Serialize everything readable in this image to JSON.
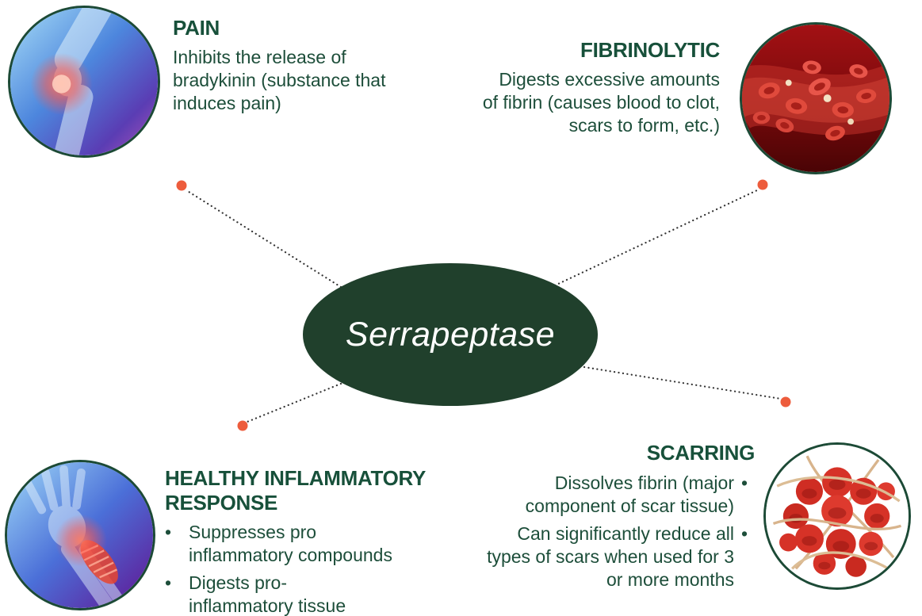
{
  "diagram": {
    "center_label": "Serrapeptase"
  },
  "sections": {
    "pain": {
      "title": "PAIN",
      "body": "Inhibits the release of\nbradykinin (substance that\ninduces pain)",
      "image": "knee-joint-pain-xray-illustration"
    },
    "fibrinolytic": {
      "title": "FIBRINOLYTIC",
      "body": "Digests excessive amounts\nof fibrin (causes blood to clot,\nscars to form, etc.)",
      "image": "red-blood-cells-in-vessel-illustration"
    },
    "healthy_inflammatory_response": {
      "title": "HEALTHY INFLAMMATORY\nRESPONSE",
      "bullets": [
        "Suppresses pro\ninflammatory compounds",
        "Digests pro-\ninflammatory tissue"
      ],
      "image": "wrist-inflammation-xray-illustration"
    },
    "scarring": {
      "title": "SCARRING",
      "bullets": [
        "Dissolves fibrin (major\ncomponent of scar tissue)",
        "Can significantly reduce all\ntypes of scars when used for 3\nor more months"
      ],
      "image": "blood-clot-fibrin-strands-illustration"
    }
  },
  "ui": {
    "bullet": "•"
  },
  "colors": {
    "heading": "#17503a",
    "body_text": "#1d4e3a",
    "ellipse_fill": "#20402c",
    "ellipse_text": "#ffffff",
    "circle_border": "#1c4a36",
    "connector_line": "#333333",
    "connector_dot": "#ed5c3c"
  }
}
